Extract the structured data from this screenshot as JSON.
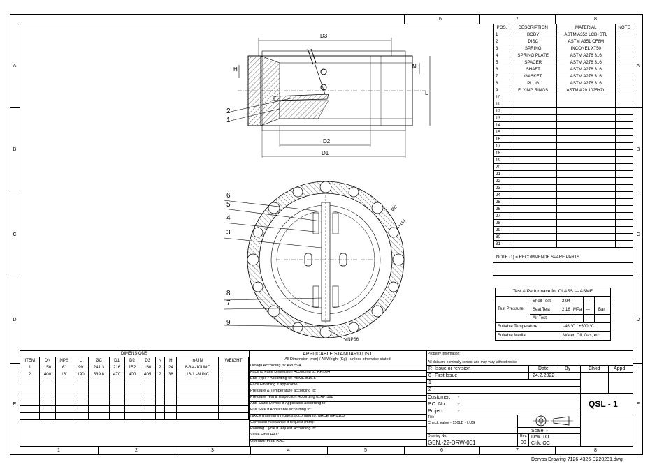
{
  "zones": {
    "top": [
      "6",
      "7",
      "8"
    ],
    "bottom": [
      "1",
      "2",
      "3",
      "4",
      "5",
      "6",
      "7",
      "8"
    ],
    "left": [
      "A",
      "B",
      "C",
      "D",
      "E"
    ],
    "right": [
      "A",
      "B",
      "C",
      "D",
      "E"
    ]
  },
  "drawing_labels": {
    "d3": "D3",
    "d2": "D2",
    "d1": "D1",
    "h": "H",
    "n": "N",
    "l": "L",
    "n2": "2",
    "n1": "1",
    "n6": "6",
    "n5": "5",
    "n4": "4",
    "n3": "3",
    "n8": "8",
    "n7": "7",
    "n9": "9",
    "oc": "ØC",
    "nun": "n-UN",
    "npsg": "≥NPS6"
  },
  "parts_table": {
    "headers": [
      "POS.",
      "DESCRIPTION",
      "MATERIAL",
      "NOTE"
    ],
    "rows": [
      [
        "1",
        "BODY",
        "ASTM A352 LCB+STL"
      ],
      [
        "2",
        "DISC",
        "ASTM A351 CF8M"
      ],
      [
        "3",
        "SPRING",
        "INCONEL X750"
      ],
      [
        "4",
        "SPRING PLATE",
        "ASTM A276 316"
      ],
      [
        "5",
        "SPACER",
        "ASTM A276 316"
      ],
      [
        "6",
        "SHAFT",
        "ASTM A276 316"
      ],
      [
        "7",
        "GASKET",
        "ASTM A276 316"
      ],
      [
        "8",
        "PLUG",
        "ASTM A276 316"
      ],
      [
        "9",
        "FLYING RINGS",
        "ASTM A29 1025+Zn"
      ],
      [
        "10",
        "",
        ""
      ],
      [
        "11",
        "",
        ""
      ],
      [
        "12",
        "",
        ""
      ],
      [
        "13",
        "",
        ""
      ],
      [
        "14",
        "",
        ""
      ],
      [
        "15",
        "",
        ""
      ],
      [
        "16",
        "",
        ""
      ],
      [
        "17",
        "",
        ""
      ],
      [
        "18",
        "",
        ""
      ],
      [
        "19",
        "",
        ""
      ],
      [
        "20",
        "",
        ""
      ],
      [
        "21",
        "",
        ""
      ],
      [
        "22",
        "",
        ""
      ],
      [
        "23",
        "",
        ""
      ],
      [
        "24",
        "",
        ""
      ],
      [
        "25",
        "",
        ""
      ],
      [
        "26",
        "",
        ""
      ],
      [
        "27",
        "",
        ""
      ],
      [
        "28",
        "",
        ""
      ],
      [
        "29",
        "",
        ""
      ],
      [
        "30",
        "",
        ""
      ],
      [
        "31",
        "",
        ""
      ]
    ],
    "note": "NOTE (1) = RECOMMENDE SPARE PARTS"
  },
  "test_table": {
    "title": "Test & Performace for CLASS --- ASME",
    "test_pressure": "Test Pressure",
    "shell": "Shell Test",
    "shell_val": "2.94",
    "seat": "Seat Test",
    "seat_val": "2.16",
    "air": "Air Test",
    "air_val": "---",
    "mpa": "MPa",
    "bar": "Bar",
    "dash": "---",
    "temp_label": "Suitable Temperature",
    "temp_val": "-46 °C / +300 °C",
    "media_label": "Suitable Media",
    "media_val": "Water, Oil, Gas, etc."
  },
  "dimensions": {
    "title": "DIMENSIONS",
    "headers": [
      "ITEM",
      "DN",
      "NPS",
      "L",
      "ØC",
      "D1",
      "D2",
      "D3",
      "N",
      "H",
      "n-UN",
      "WEIGHT"
    ],
    "rows": [
      [
        "1",
        "150",
        "6\"",
        "99",
        "241.3",
        "216",
        "152",
        "160",
        "2",
        "24",
        "8-3/4-10UNC",
        ""
      ],
      [
        "2",
        "400",
        "16\"",
        "190",
        "539.8",
        "470",
        "400",
        "405",
        "2",
        "38",
        "16-1 -8UNC",
        ""
      ]
    ]
  },
  "standards": {
    "title": "APPLICABLE STANDARD LIST",
    "subtitle": "All Dimension (mm) / All Weight (Kg) - unless otherwise stated",
    "lines": [
      "Design According to: API 594",
      "Face to Face Dimension According to: API594",
      "End Type / According to: ASME B16.5",
      "Face Finishing if applicable:",
      "Pressure & Temperature according to:",
      "Pressure Test & Inspection According to:API598",
      "Anti-Static Device if Applicable according to:",
      "Fire Safe if Applicable according to:",
      "NACE material if request according to: NACE MR0103",
      "Corrosion Allowance if request (mm):",
      "Painting Cycle if request According to:",
      "Valve Final RAL:",
      "Operator Final RAL:"
    ]
  },
  "title_block": {
    "property": "Property Information:",
    "disclaimer": "All data are nominally correct and may vary without notice",
    "rev_headers": [
      "R",
      "Issue or revision",
      "Date",
      "By",
      "Chkd",
      "Appd"
    ],
    "rev_rows": [
      [
        "0",
        "First Issue",
        "24.2.2022"
      ],
      [
        "1",
        ""
      ],
      [
        "2",
        ""
      ]
    ],
    "customer": "Customer:",
    "customer_val": "-",
    "po": "P.O. No.:",
    "po_val": "-",
    "project": "Project:",
    "project_val": "-",
    "title_label": "Title",
    "title_val": "Check Valve - 150LB - LUG",
    "code": "QSL - 1",
    "scale": "Scale: -",
    "drw": "Drw. TO",
    "chk": "Chk. OC",
    "drawing_no_label": "Drawing No.",
    "drawing_no": "GEN.-22-DRW-001",
    "rev_label": "Rev.",
    "rev_val": "00"
  },
  "footer": "Dervos Drawing 7126-4326-D220231.dwg"
}
